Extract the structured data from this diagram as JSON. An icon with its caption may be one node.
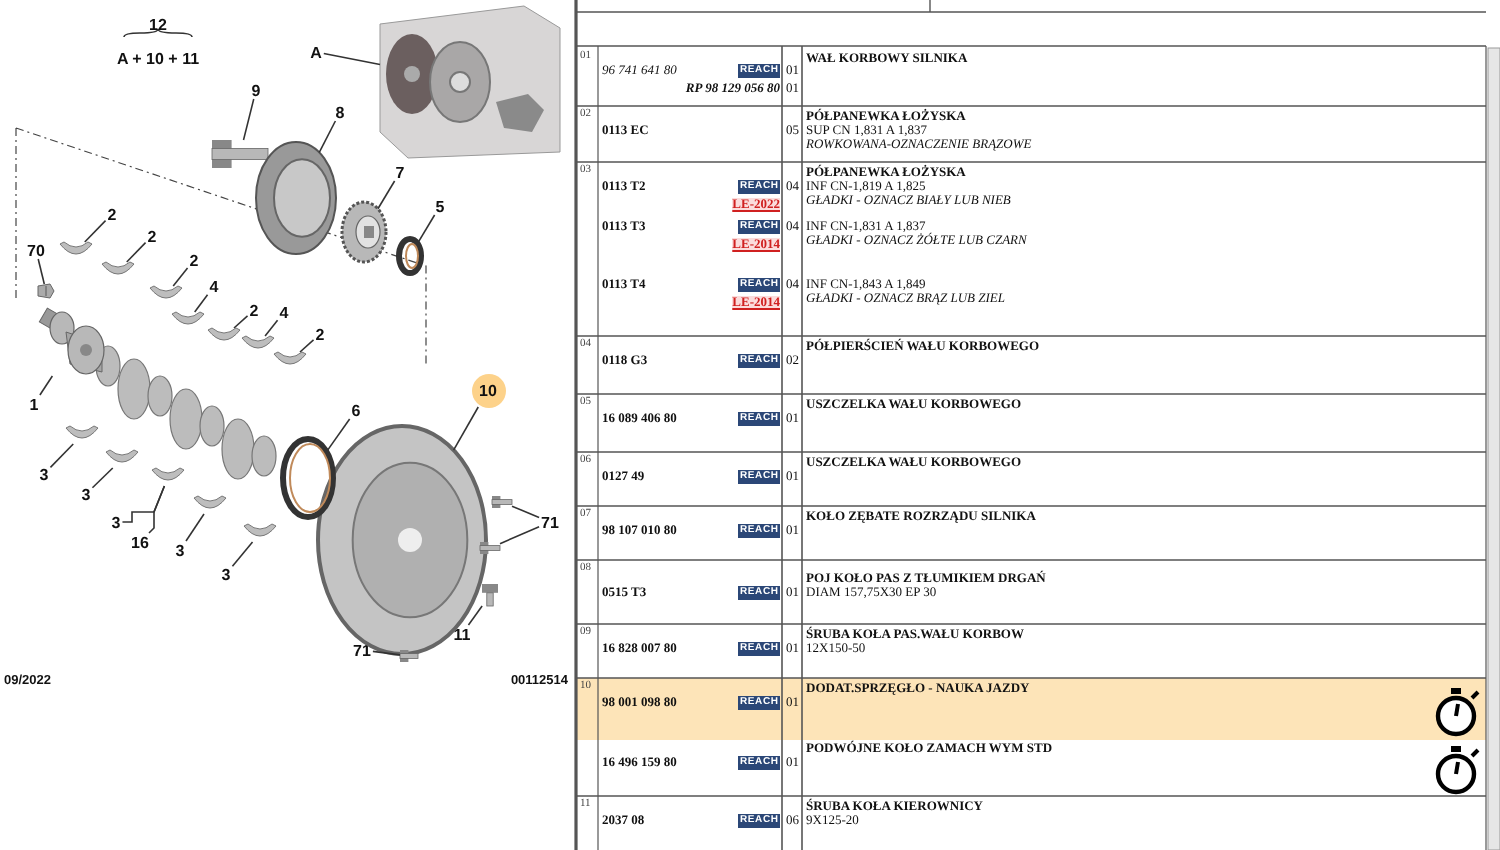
{
  "diagram": {
    "nodes": [
      {
        "text": [
          "A"
        ]
      },
      {
        "text": [
          "9"
        ]
      },
      {
        "text": [
          "8"
        ]
      },
      {
        "text": [
          "7"
        ]
      },
      {
        "text": [
          "5"
        ]
      },
      {
        "text": [
          "2"
        ]
      },
      {
        "text": [
          "2"
        ]
      },
      {
        "text": [
          "70"
        ]
      },
      {
        "text": [
          "2"
        ]
      },
      {
        "text": [
          "4"
        ]
      },
      {
        "text": [
          "2"
        ]
      },
      {
        "text": [
          "4"
        ]
      },
      {
        "text": [
          "2"
        ]
      },
      {
        "text": [
          "10"
        ]
      },
      {
        "text": [
          "1"
        ]
      },
      {
        "text": [
          "6"
        ]
      },
      {
        "text": [
          "3"
        ]
      },
      {
        "text": [
          "3"
        ]
      },
      {
        "text": [
          "3"
        ]
      },
      {
        "text": [
          "16"
        ]
      },
      {
        "text": [
          "71"
        ]
      },
      {
        "text": [
          "3"
        ]
      },
      {
        "text": [
          "11"
        ]
      },
      {
        "text": [
          "71"
        ]
      },
      {
        "text": [
          "3"
        ]
      },
      {
        "text": [],
        "shape": "picture"
      },
      {
        "text": [],
        "shape": "picture"
      },
      {
        "text": [],
        "shape": "picture"
      },
      {
        "text": [],
        "shape": "picture"
      },
      {
        "text": [],
        "shape": "picture"
      },
      {
        "text": [],
        "shape": "picture"
      },
      {
        "text": [],
        "shape": "picture"
      },
      {
        "text": [],
        "shape": "picture"
      },
      {
        "text": [],
        "shape": "picture"
      },
      {
        "text": [],
        "shape": "picture"
      },
      {
        "text": [],
        "shape": "picture"
      },
      {
        "text": [],
        "shape": "picture"
      },
      {
        "text": [],
        "shape": "picture"
      },
      {
        "text": [],
        "shape": "picture"
      },
      {
        "text": [],
        "shape": "picture"
      },
      {
        "text": [],
        "shape": "picture"
      },
      {
        "text": [],
        "shape": "picture"
      },
      {
        "text": [],
        "shape": "picture"
      },
      {
        "text": [],
        "shape": "picture"
      },
      {
        "text": [],
        "shape": "picture"
      },
      {
        "text": [],
        "shape": "picture"
      },
      {
        "text": [],
        "shape": "picture"
      },
      {
        "text": [],
        "shape": "picture"
      },
      {
        "text": [],
        "shape": "picture"
      },
      {
        "text": [],
        "shape": "picture"
      }
    ],
    "edges": [
      {
        "from": 0,
        "to": 25,
        "arrow": "none"
      },
      {
        "from": 1,
        "to": 26,
        "arrow": "none"
      },
      {
        "from": 2,
        "to": 27,
        "arrow": "none"
      },
      {
        "from": 3,
        "to": 28,
        "arrow": "none"
      },
      {
        "from": 4,
        "to": 29,
        "arrow": "none"
      },
      {
        "from": 5,
        "to": 30,
        "arrow": "none"
      },
      {
        "from": 6,
        "to": 31,
        "arrow": "none"
      },
      {
        "from": 7,
        "to": 37,
        "arrow": "none"
      },
      {
        "from": 8,
        "to": 32,
        "arrow": "none"
      },
      {
        "from": 9,
        "to": 33,
        "arrow": "none"
      },
      {
        "from": 10,
        "to": 34,
        "arrow": "none"
      },
      {
        "from": 11,
        "to": 35,
        "arrow": "none"
      },
      {
        "from": 12,
        "to": 36,
        "arrow": "none"
      },
      {
        "from": 13,
        "to": 38,
        "arrow": "none"
      },
      {
        "from": 14,
        "to": 39,
        "arrow": "none"
      },
      {
        "from": 15,
        "to": 40,
        "arrow": "none"
      },
      {
        "from": 16,
        "to": 41,
        "arrow": "none"
      },
      {
        "from": 17,
        "to": 42,
        "arrow": "none"
      },
      {
        "from": 18,
        "to": 43,
        "arrow": "none"
      },
      {
        "from": 19,
        "to": 43,
        "arrow": "none"
      },
      {
        "from": 20,
        "to": 46,
        "arrow": "none"
      },
      {
        "from": 20,
        "to": 47,
        "arrow": "none"
      },
      {
        "from": 21,
        "to": 44,
        "arrow": "none"
      },
      {
        "from": 22,
        "to": 48,
        "arrow": "none"
      },
      {
        "from": 23,
        "to": 49,
        "arrow": "none"
      },
      {
        "from": 24,
        "to": 45,
        "arrow": "none"
      }
    ],
    "labels": [
      "12",
      "A + 10 + 11",
      "09/2022",
      "00112514",
      "01",
      "96 741 641 80",
      "REACH",
      "01",
      "RP 98 129 056 80",
      "01",
      "WAŁ KORBOWY SILNIKA",
      "02",
      "0113 EC",
      "05",
      "PÓŁPANEWKA ŁOŻYSKA",
      "SUP CN 1,831 A 1,837",
      "ROWKOWANA-OZNACZENIE BRĄZOWE",
      "03",
      "0113 T2",
      "REACH",
      "LE-2022",
      "04",
      "PÓŁPANEWKA ŁOŻYSKA",
      "INF CN-1,819 A 1,825",
      "GŁADKI - OZNACZ BIAŁY LUB NIEB",
      "0113 T3",
      "REACH",
      "LE-2014",
      "04",
      "INF CN-1,831 A 1,837",
      "GŁADKI - OZNACZ ŻÓŁTE LUB CZARN",
      "0113 T4",
      "REACH",
      "LE-2014",
      "04",
      "INF CN-1,843 A 1,849",
      "GŁADKI - OZNACZ BRĄZ LUB ZIEL",
      "04",
      "0118 G3",
      "REACH",
      "02",
      "PÓŁPIERŚCIEŃ WAŁU KORBOWEGO",
      "05",
      "16 089 406 80",
      "REACH",
      "01",
      "USZCZELKA WAŁU KORBOWEGO",
      "06",
      "0127 49",
      "REACH",
      "01",
      "USZCZELKA WAŁU KORBOWEGO",
      "07",
      "98 107 010 80",
      "REACH",
      "01",
      "KOŁO ZĘBATE ROZRZĄDU SILNIKA",
      "08",
      "0515 T3",
      "REACH",
      "01",
      "POJ KOŁO PAS Z TŁUMIKIEM DRGAŃ",
      "DIAM 157,75X30 EP 30",
      "09",
      "16 828 007 80",
      "REACH",
      "01",
      "ŚRUBA KOŁA PAS.WAŁU KORBOW",
      "12X150-50",
      "10",
      "98 001 098 80",
      "REACH",
      "01",
      "DODAT.SPRZĘGŁO - NAUKA JAZDY",
      "16 496 159 80",
      "REACH",
      "01",
      "PODWÓJNE KOŁO ZAMACH WYM STD",
      "11",
      "2037 08",
      "REACH",
      "06",
      "ŚRUBA KOŁA KIEROWNICY",
      "9X125-20"
    ]
  }
}
